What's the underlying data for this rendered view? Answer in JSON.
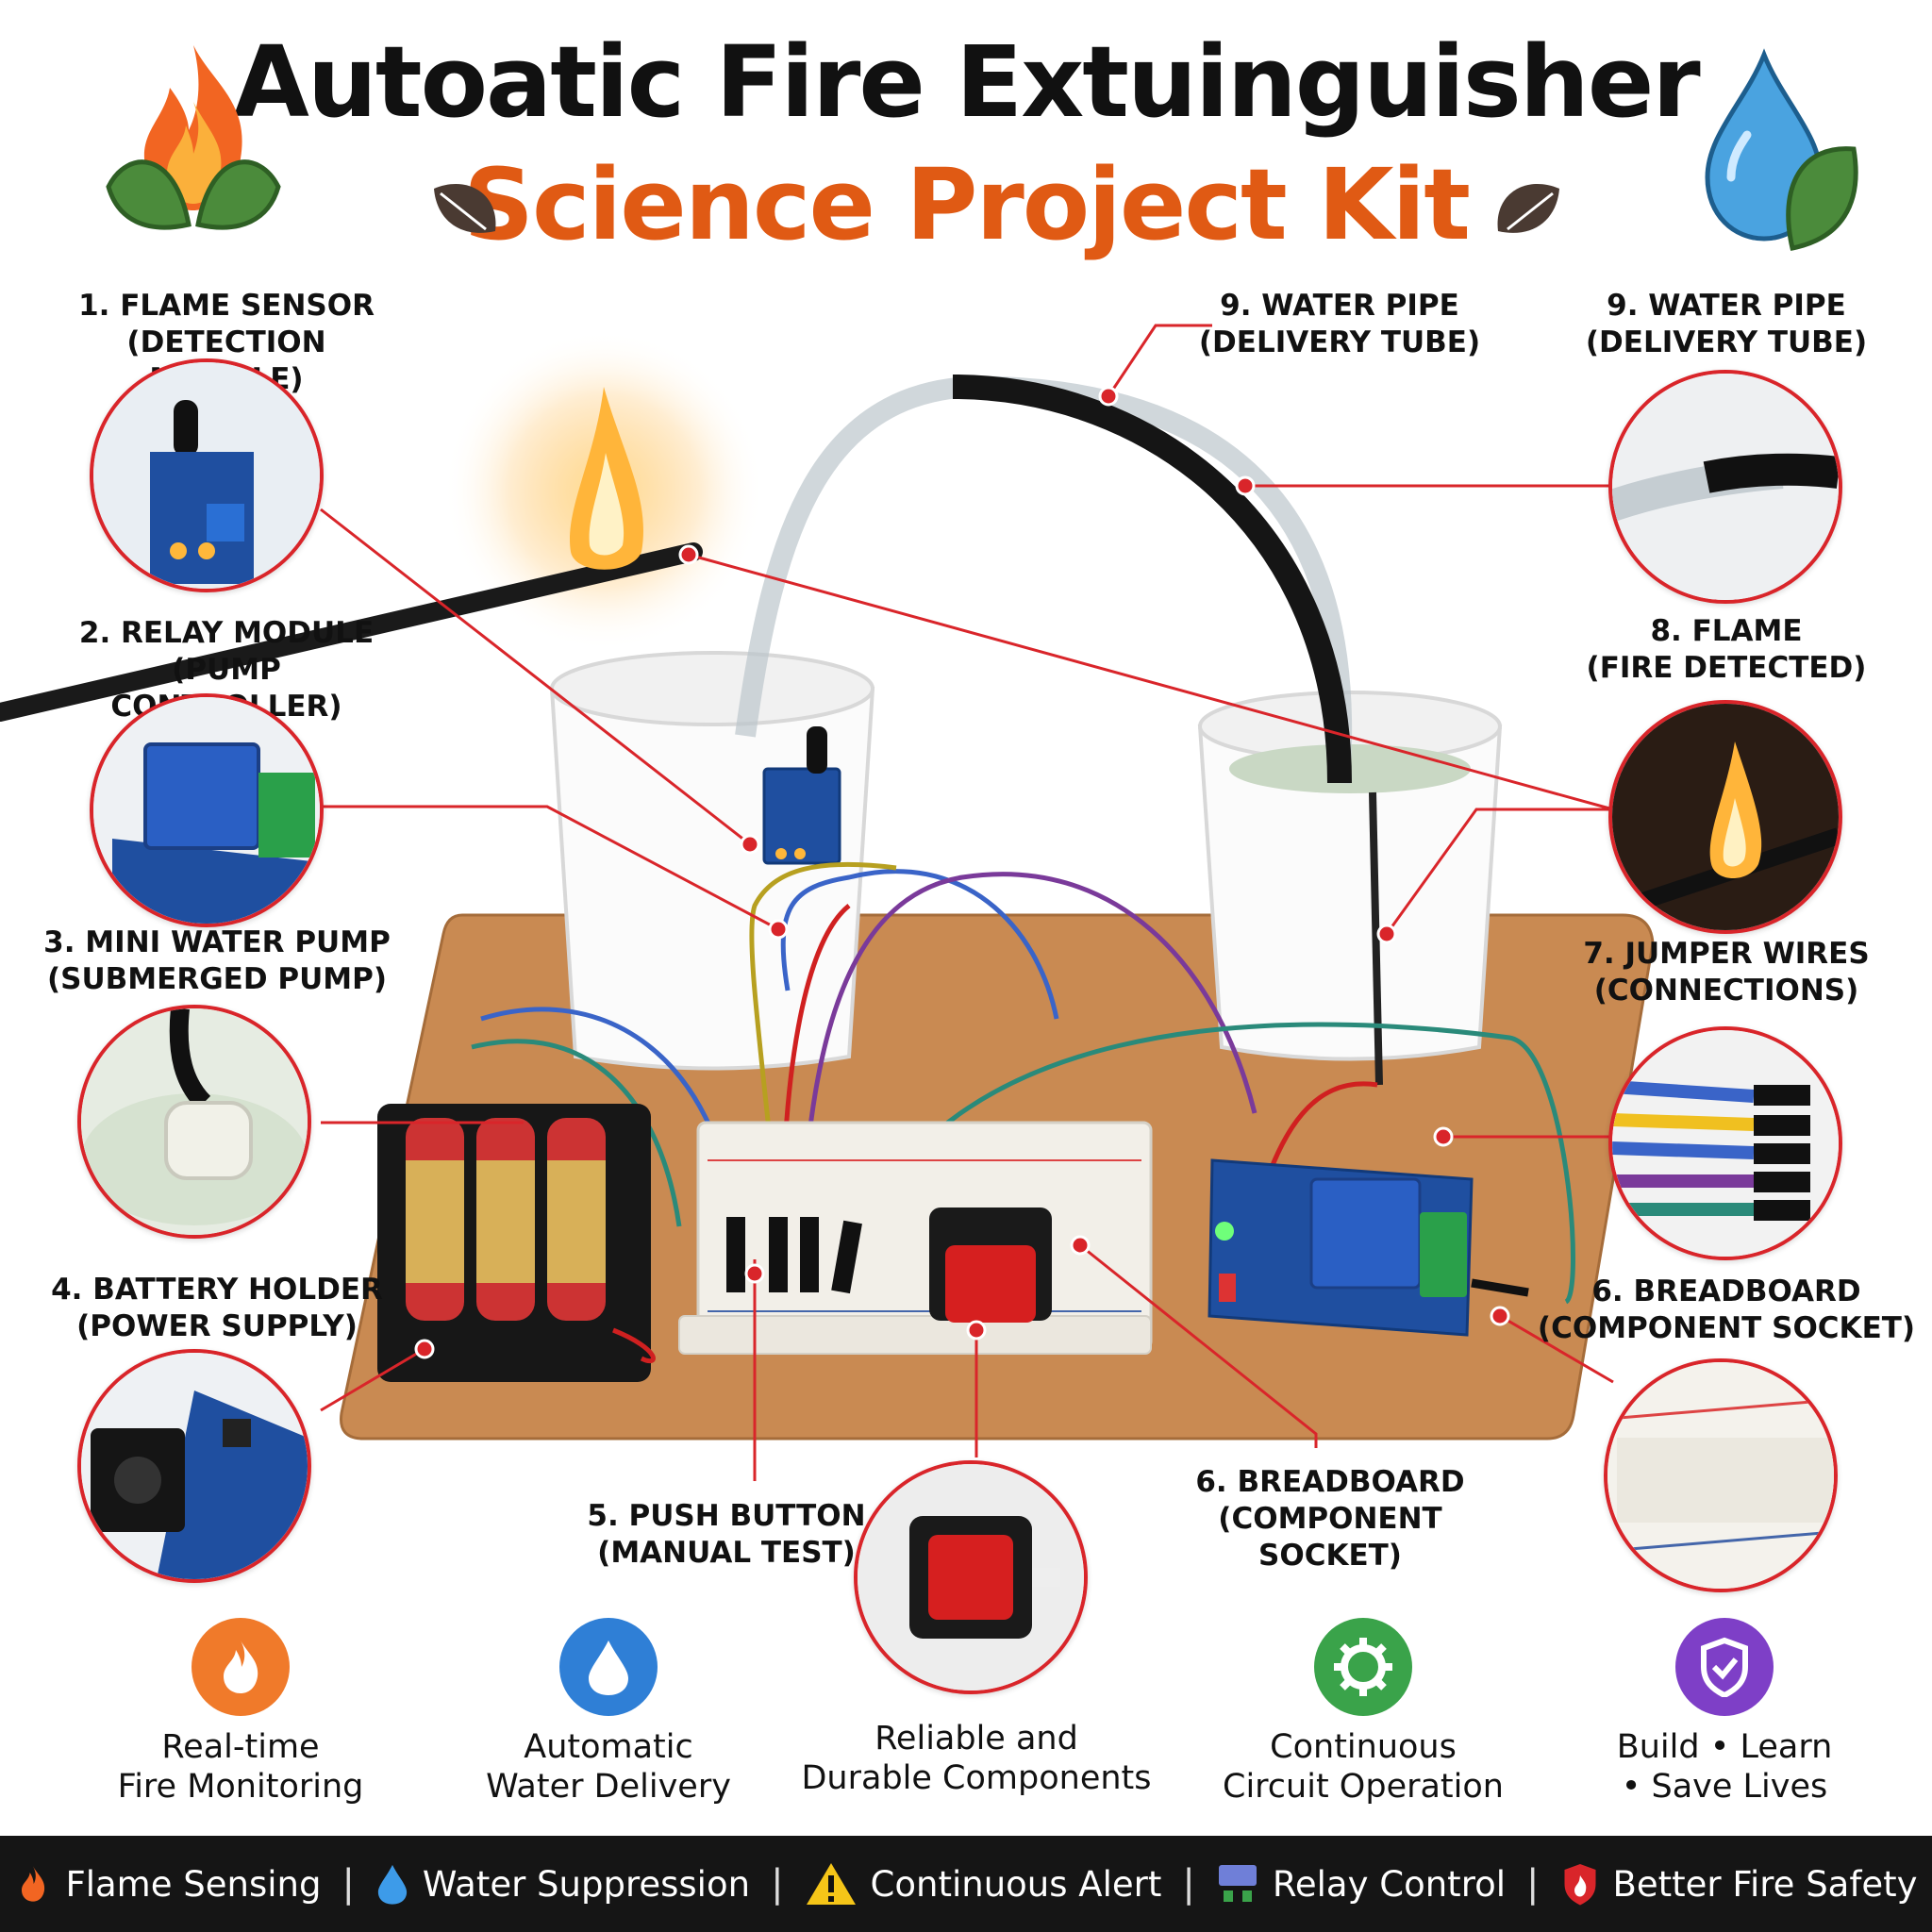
{
  "header": {
    "title": "Autoatic Fire Extuinguisher",
    "subtitle": "Science Project Kit"
  },
  "callouts": [
    {
      "line1": "1. FLAME SENSOR",
      "line2": "(DETECTION MODULE)"
    },
    {
      "line1": "2. RELAY MODULE",
      "line2": "(PUMP CONTROLLER)"
    },
    {
      "line1": "3. MINI WATER PUMP",
      "line2": "(SUBMERGED PUMP)"
    },
    {
      "line1": "4. BATTERY HOLDER",
      "line2": "(POWER SUPPLY)"
    },
    {
      "line1": "5. PUSH BUTTON",
      "line2": "(MANUAL TEST)"
    },
    {
      "line1": "6. BREADBOARD",
      "line2": "(COMPONENT SOCKET)"
    },
    {
      "line1": "9. WATER PIPE",
      "line2": "(DELIVERY TUBE)"
    },
    {
      "line1": "9. WATER PIPE",
      "line2": "(DELIVERY TUBE)"
    },
    {
      "line1": "8. FLAME",
      "line2": "(FIRE DETECTED)"
    },
    {
      "line1": "7. JUMPER WIRES",
      "line2": "(CONNECTIONS)"
    },
    {
      "line1": "6. BREADBOARD",
      "line2": "(COMPONENT SOCKET)"
    }
  ],
  "features": [
    {
      "line1": "Real-time",
      "line2": "Fire Monitoring",
      "icon": "flame-icon",
      "color": "#f07a2a"
    },
    {
      "line1": "Automatic",
      "line2": "Water Delivery",
      "icon": "water-drop-icon",
      "color": "#2f7fd6"
    },
    {
      "line1": "Reliable and",
      "line2": "Durable Components",
      "icon": "",
      "color": ""
    },
    {
      "line1": "Continuous",
      "line2": "Circuit Operation",
      "icon": "gear-icon",
      "color": "#3aa34a"
    },
    {
      "line1": "Build • Learn",
      "line2": "• Save Lives",
      "icon": "shield-icon",
      "color": "#7e3fc7"
    }
  ],
  "bottom_bar": [
    {
      "label": "Flame Sensing",
      "icon": "flame-icon"
    },
    {
      "label": "Water Suppression",
      "icon": "water-drop-icon"
    },
    {
      "label": "Continuous Alert",
      "icon": "warning-icon"
    },
    {
      "label": "Relay Control",
      "icon": "relay-icon"
    },
    {
      "label": "Better Fire Safety",
      "icon": "fire-shield-icon"
    }
  ],
  "colors": {
    "accent_red": "#d9252a",
    "title_orange": "#e05a14",
    "board_brown": "#c98a52",
    "bar_dark": "#151515"
  }
}
